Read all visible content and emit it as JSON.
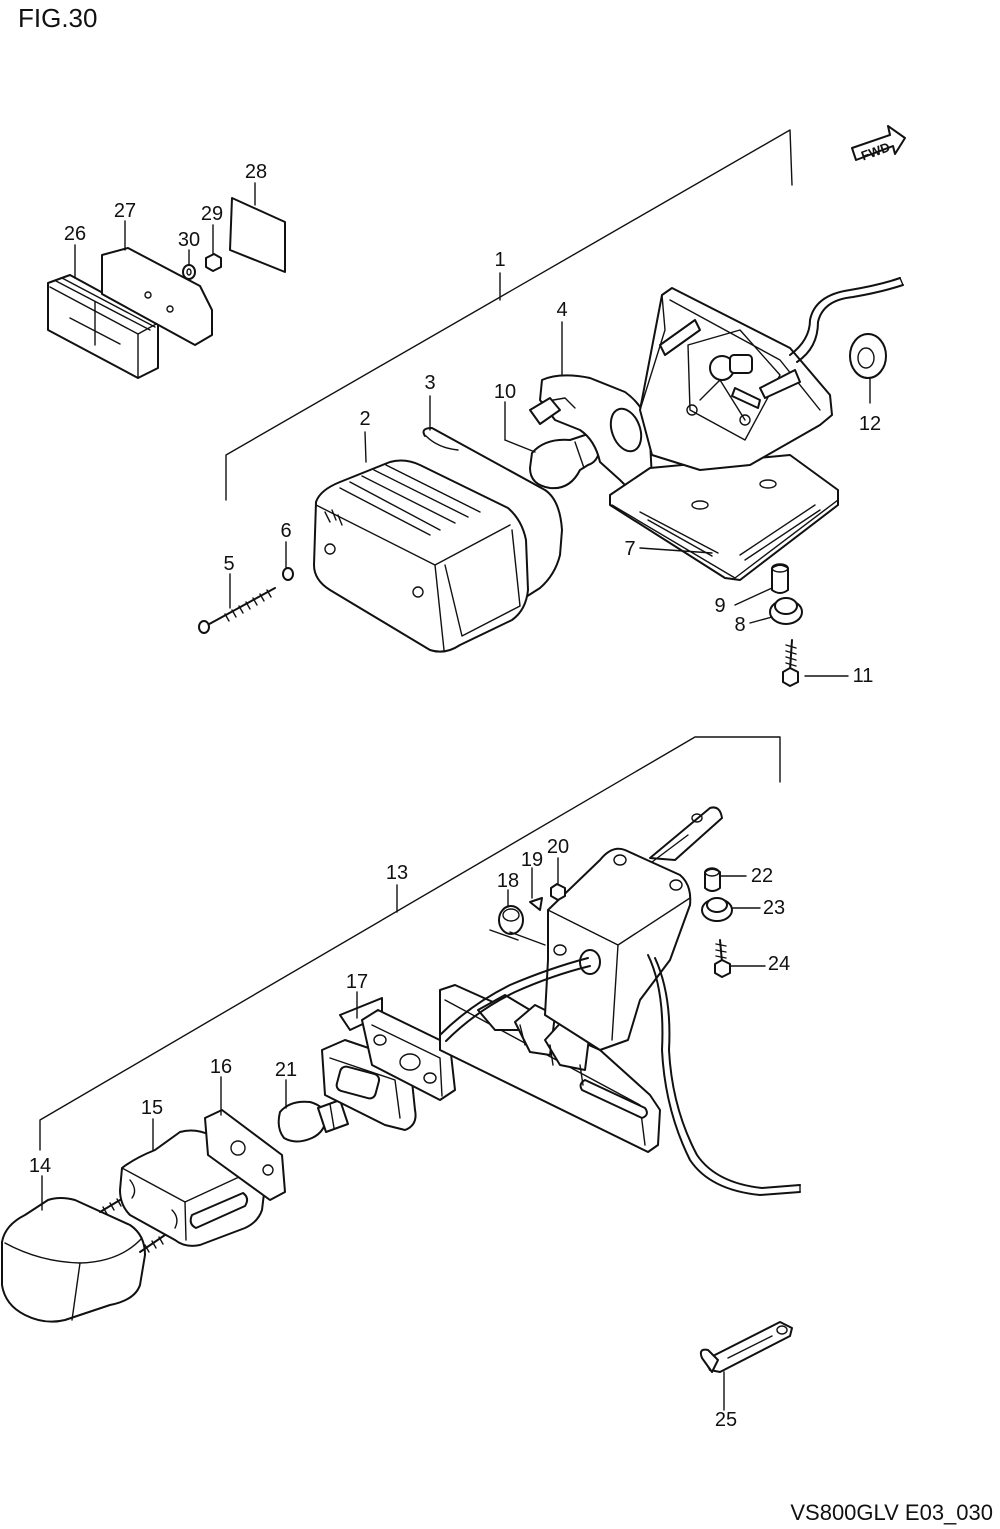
{
  "figure_title": "FIG.30",
  "drawing_code": "VS800GLV E03_030",
  "direction_badge": "FWD",
  "callouts": [
    "1",
    "2",
    "3",
    "4",
    "5",
    "6",
    "7",
    "8",
    "9",
    "10",
    "11",
    "12",
    "13",
    "14",
    "15",
    "16",
    "17",
    "18",
    "19",
    "20",
    "21",
    "22",
    "23",
    "24",
    "25",
    "26",
    "27",
    "28",
    "29",
    "30"
  ]
}
